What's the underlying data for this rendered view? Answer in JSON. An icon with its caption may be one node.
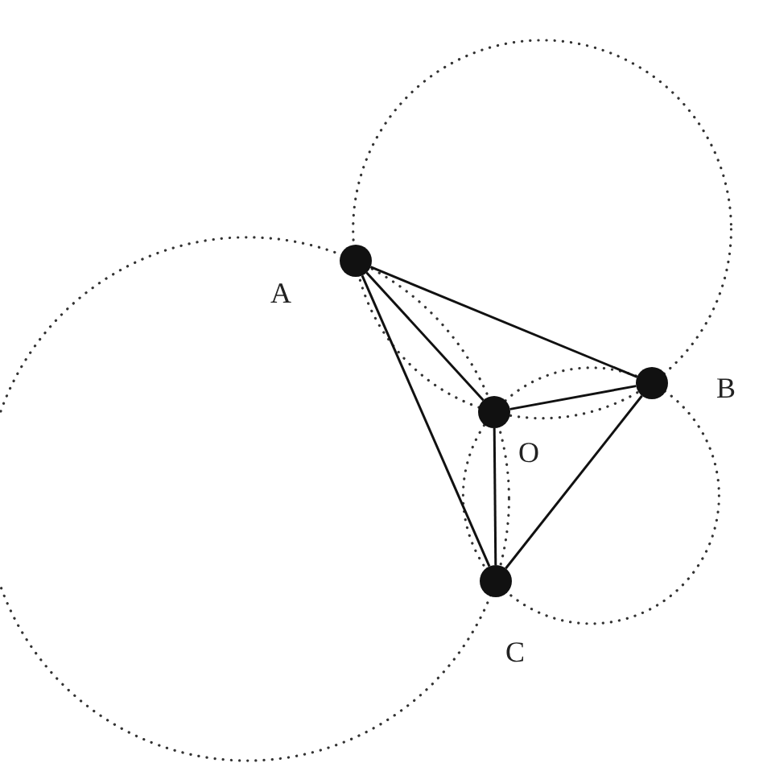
{
  "diagram": {
    "nodes": [
      {
        "text": [],
        "shape": "circle",
        "beside": [
          "A"
        ]
      },
      {
        "text": [],
        "shape": "circle",
        "beside": [
          "B"
        ]
      },
      {
        "text": [],
        "shape": "circle",
        "beside": [
          "O"
        ]
      },
      {
        "text": [],
        "shape": "circle",
        "beside": [
          "C"
        ]
      }
    ],
    "edges": [
      {
        "from": 0,
        "to": 1,
        "arrow": "none"
      },
      {
        "from": 0,
        "to": 2,
        "arrow": "none"
      },
      {
        "from": 0,
        "to": 3,
        "arrow": "none"
      },
      {
        "from": 2,
        "to": 1,
        "arrow": "none"
      },
      {
        "from": 2,
        "to": 3,
        "arrow": "none"
      },
      {
        "from": 1,
        "to": 3,
        "arrow": "none"
      }
    ]
  }
}
